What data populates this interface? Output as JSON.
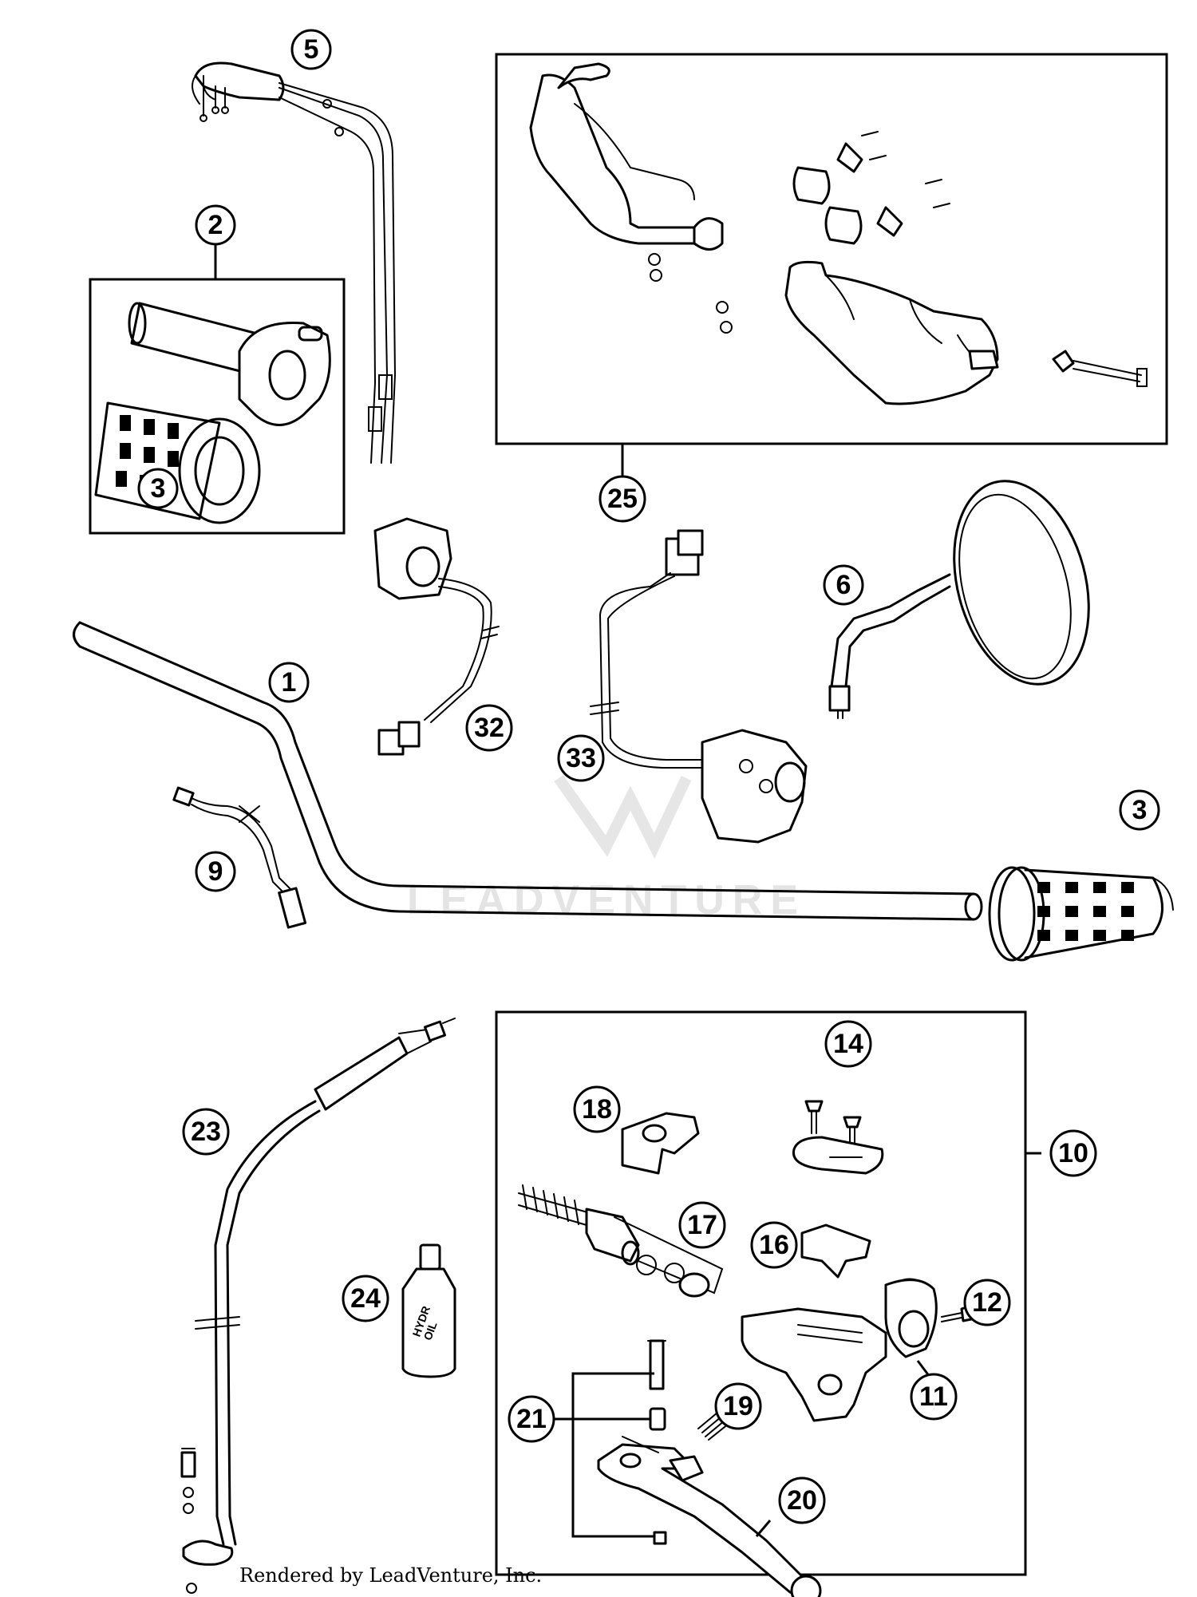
{
  "callouts": {
    "c1": "1",
    "c2": "2",
    "c3a": "3",
    "c3b": "3",
    "c5": "5",
    "c6": "6",
    "c9": "9",
    "c10": "10",
    "c11": "11",
    "c12": "12",
    "c14": "14",
    "c16": "16",
    "c17": "17",
    "c18": "18",
    "c19": "19",
    "c20": "20",
    "c21": "21",
    "c23": "23",
    "c24": "24",
    "c25": "25",
    "c32": "32",
    "c33": "33"
  },
  "oil_bottle_label": {
    "line1": "HYDR",
    "line2": "OIL"
  },
  "watermark": "LEADVENTURE",
  "footer": "Rendered by LeadVenture, Inc.",
  "colors": {
    "line": "#000000",
    "watermark": "#e4e4e4",
    "background": "#ffffff"
  }
}
